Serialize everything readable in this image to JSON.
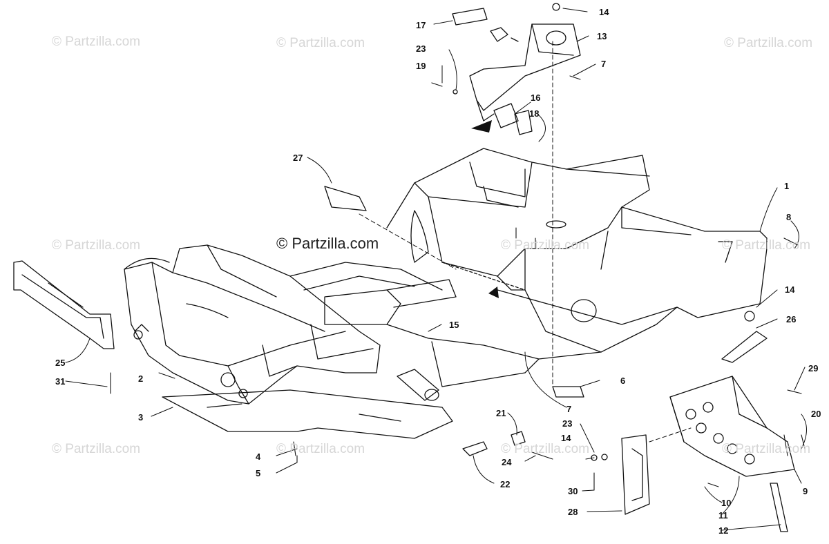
{
  "watermark": {
    "text": "© Partzilla.com",
    "center_text": "© Partzilla.com"
  },
  "callouts": [
    "1",
    "2",
    "3",
    "4",
    "5",
    "6",
    "7",
    "7",
    "8",
    "9",
    "10",
    "11",
    "12",
    "13",
    "14",
    "14",
    "14",
    "15",
    "16",
    "17",
    "18",
    "19",
    "20",
    "21",
    "22",
    "23",
    "23",
    "24",
    "25",
    "26",
    "27",
    "28",
    "29",
    "30",
    "31"
  ],
  "colors": {
    "ink": "#111111",
    "watermark": "#d6d6d6"
  }
}
